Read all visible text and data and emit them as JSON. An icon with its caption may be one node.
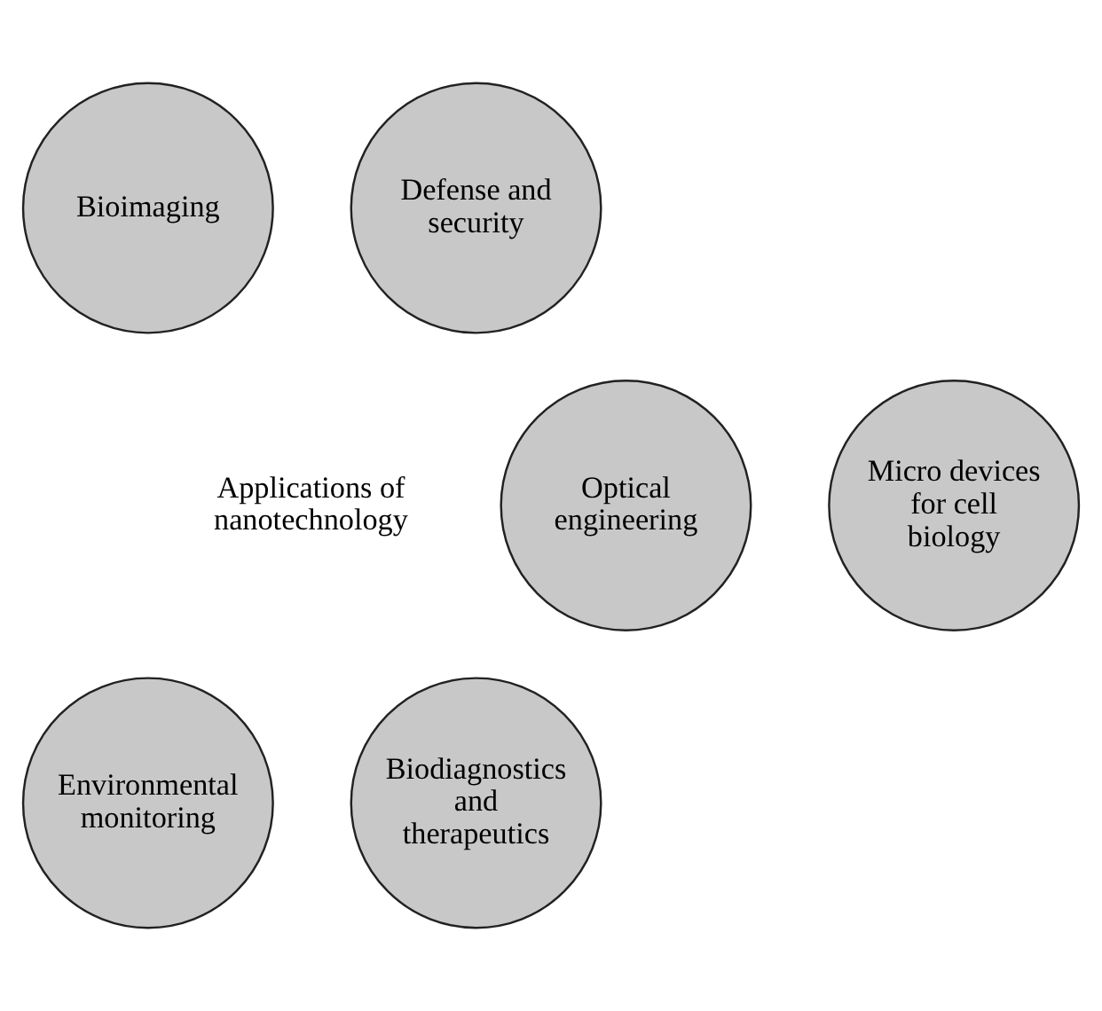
{
  "diagram": {
    "nodes": [
      {
        "text": [
          "Bioimaging"
        ]
      },
      {
        "text": [
          "Defense and security"
        ]
      },
      {
        "text": [
          "Optical engineering"
        ]
      },
      {
        "text": [
          "Micro devices for cell biology"
        ]
      },
      {
        "text": [
          "Environmental monitoring"
        ]
      },
      {
        "text": [
          "Biodiagnostics and therapeutics"
        ]
      }
    ],
    "labels": [
      "Applications of nanotechnology"
    ]
  }
}
